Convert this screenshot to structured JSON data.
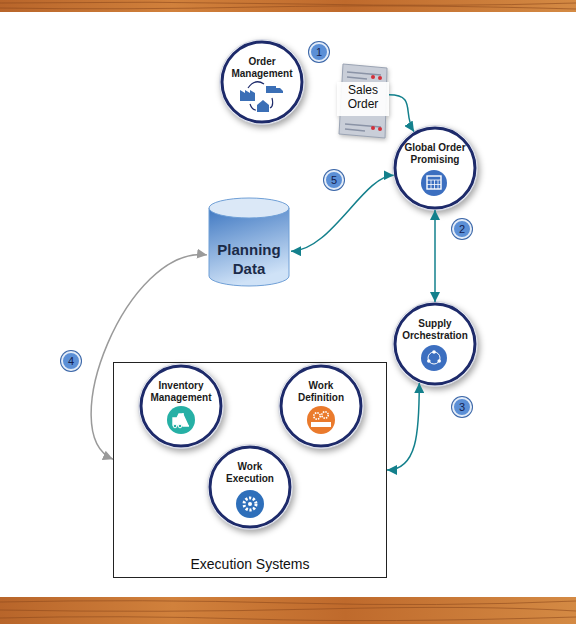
{
  "diagram": {
    "nodes": [
      {
        "text": [
          "Order Management"
        ]
      },
      {
        "text": [
          "Sales Order"
        ]
      },
      {
        "text": [
          "Global Order Promising"
        ]
      },
      {
        "text": [
          "Planning Data"
        ]
      },
      {
        "text": [
          "Supply Orchestration"
        ]
      },
      {
        "text": [
          "Execution Systems"
        ]
      },
      {
        "text": [
          "Inventory Management"
        ],
        "in": 5
      },
      {
        "text": [
          "Work Definition"
        ],
        "in": 5
      },
      {
        "text": [
          "Work Execution"
        ],
        "in": 5
      }
    ],
    "edges": [
      {
        "from": 1,
        "to": 2,
        "arrow": "to"
      },
      {
        "from": 2,
        "to": 4,
        "arrow": "both"
      },
      {
        "from": 4,
        "to": 5,
        "arrow": "both"
      },
      {
        "from": 3,
        "to": 5,
        "arrow": "both"
      },
      {
        "from": 2,
        "to": 3,
        "arrow": "both"
      }
    ],
    "labels": [
      "1",
      "2",
      "3",
      "4",
      "5"
    ]
  }
}
